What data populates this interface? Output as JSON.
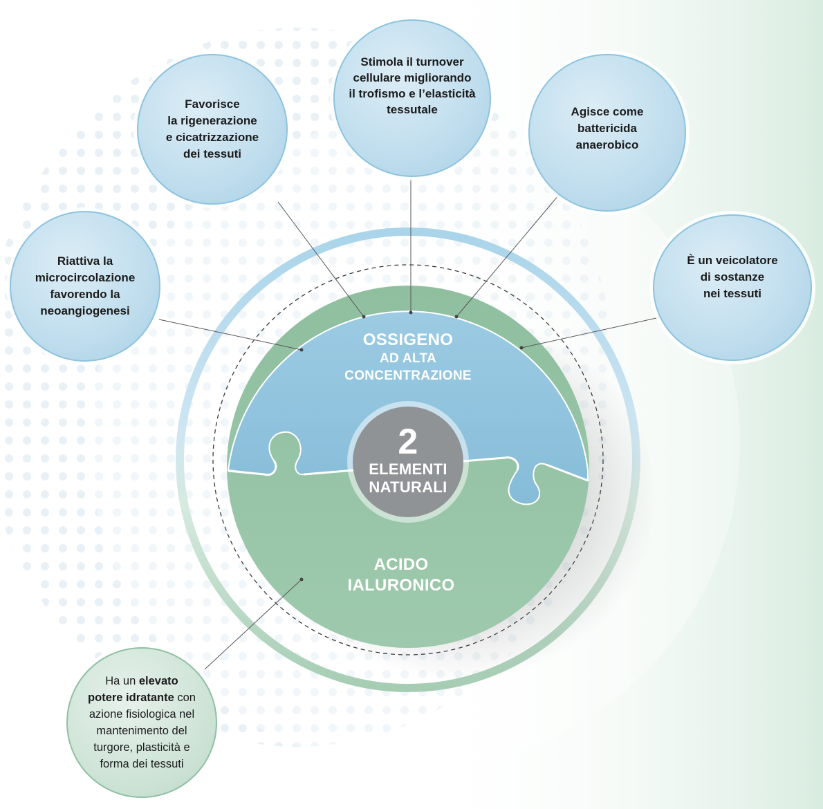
{
  "center": {
    "number": "2",
    "line1": "ELEMENTI",
    "line2": "NATURALI"
  },
  "top_piece": {
    "line1": "OSSIGENO",
    "line2": "AD ALTA",
    "line3": "CONCENTRAZIONE"
  },
  "bottom_piece": {
    "line1": "ACIDO",
    "line2": "IALURONICO"
  },
  "bubbles": {
    "microcircolazione": "Riattiva la\nmicrocircolazione\nfavorendo la\nneoangiogenesi",
    "rigenerazione": "Favorisce\nla rigenerazione\ne cicatrizzazione\ndei tessuti",
    "turnover": "Stimola il turnover\ncellulare migliorando\nil trofismo e l’elasticità\ntessutale",
    "battericida": "Agisce come\nbattericida\nanaerobico",
    "veicolatore": "È un veicolatore\ndi sostanze\nnei tessuti",
    "idratante": {
      "pre": "Ha un ",
      "bold": "elevato\npotere idratante",
      "post": " con\nazione fisiologica nel\nmantenimento del\nturgore, plasticità e\nforma dei tessuti"
    }
  },
  "colors": {
    "oxygen_blue": "#8fc3df",
    "hyaluronic_green": "#97c3a6",
    "center_grey": "#8f9395",
    "ring_blue": "#a9d4ea",
    "ring_green": "#a6cdb4"
  }
}
